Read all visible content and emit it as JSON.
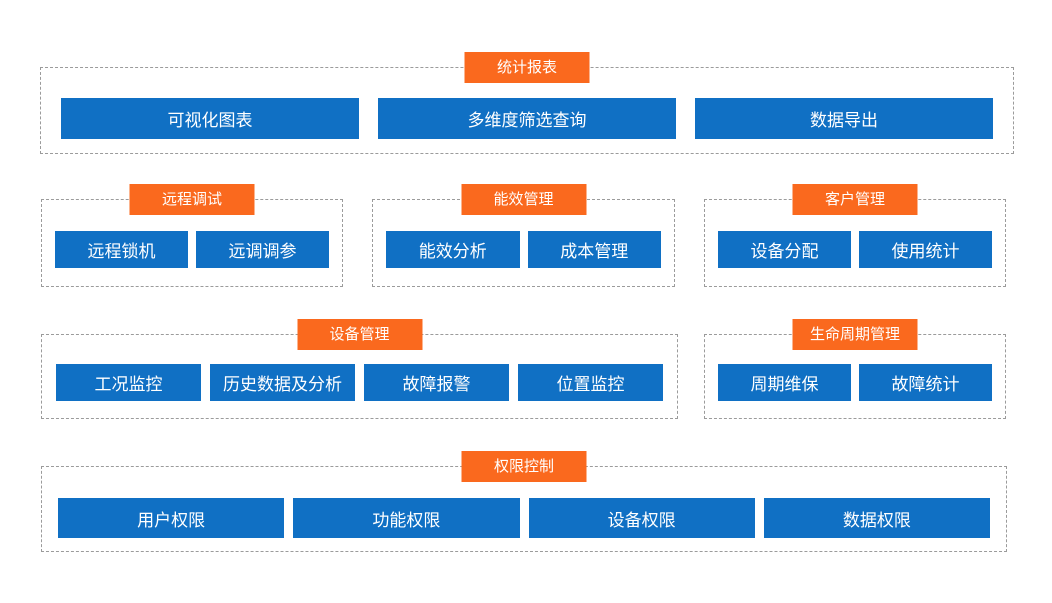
{
  "colors": {
    "label_orange": "#fa691e",
    "button_blue": "#1070c4",
    "border_gray": "#9b9b9b",
    "text_white": "#ffffff",
    "background": "#ffffff"
  },
  "groups": [
    {
      "id": "statistics-report",
      "label": "统计报表",
      "buttons": [
        "可视化图表",
        "多维度筛选查询",
        "数据导出"
      ]
    },
    {
      "id": "remote-debugging",
      "label": "远程调试",
      "buttons": [
        "远程锁机",
        "远调调参"
      ]
    },
    {
      "id": "energy-management",
      "label": "能效管理",
      "buttons": [
        "能效分析",
        "成本管理"
      ]
    },
    {
      "id": "customer-management",
      "label": "客户管理",
      "buttons": [
        "设备分配",
        "使用统计"
      ]
    },
    {
      "id": "device-management",
      "label": "设备管理",
      "buttons": [
        "工况监控",
        "历史数据及分析",
        "故障报警",
        "位置监控"
      ]
    },
    {
      "id": "lifecycle-management",
      "label": "生命周期管理",
      "buttons": [
        "周期维保",
        "故障统计"
      ]
    },
    {
      "id": "permission-control",
      "label": "权限控制",
      "buttons": [
        "用户权限",
        "功能权限",
        "设备权限",
        "数据权限"
      ]
    }
  ]
}
